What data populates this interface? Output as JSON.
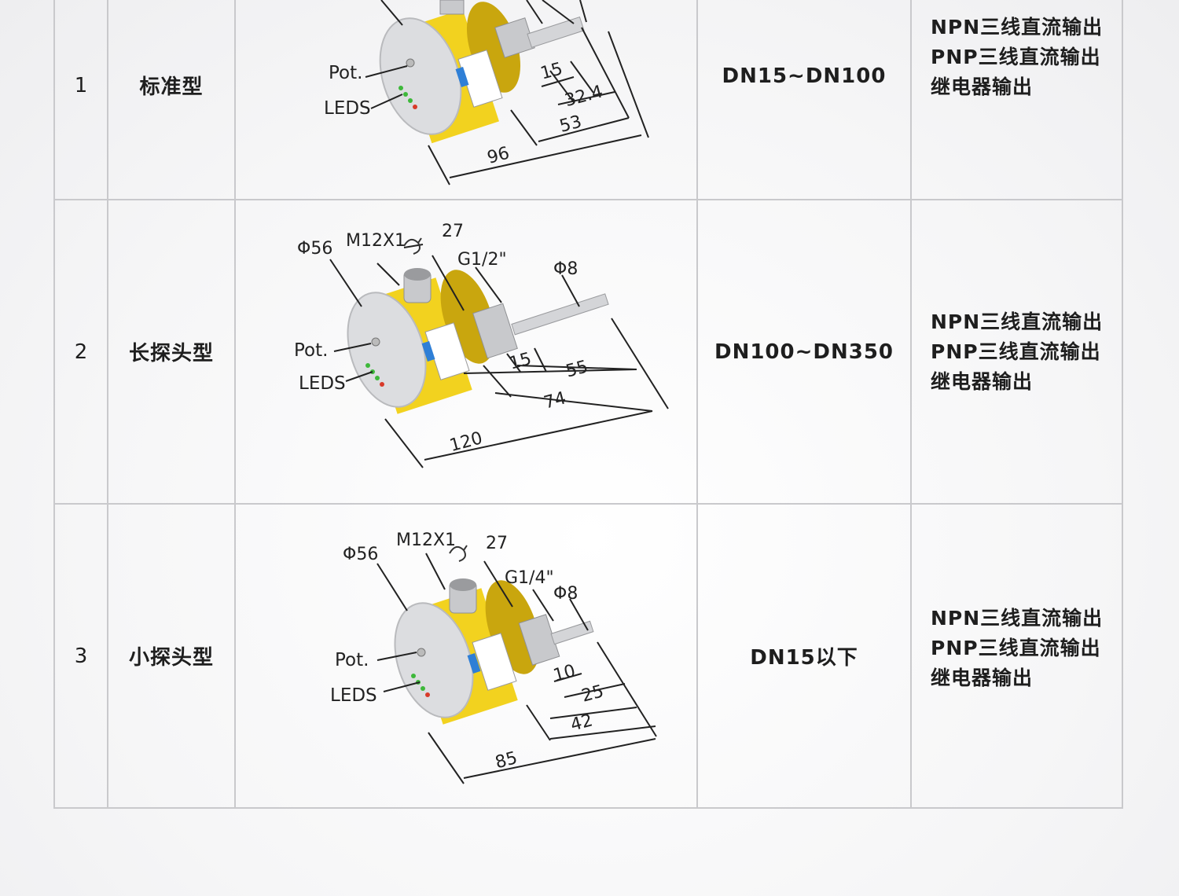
{
  "rows": [
    {
      "no": "1",
      "type": "标准型",
      "pipe": "DN15~DN100",
      "outputs": [
        "NPN三线直流输出",
        "PNP三线直流输出",
        "继电器输出"
      ],
      "drawing": {
        "pot": "Pot.",
        "leds": "LEDS",
        "dims": [
          "15",
          "32.4",
          "53",
          "96"
        ]
      }
    },
    {
      "no": "2",
      "type": "长探头型",
      "pipe": "DN100~DN350",
      "outputs": [
        "NPN三线直流输出",
        "PNP三线直流输出",
        "继电器输出"
      ],
      "drawing": {
        "dia": "Φ56",
        "conn": "M12X1",
        "wrench": "27",
        "thread": "G1/2\"",
        "probe": "Φ8",
        "pot": "Pot.",
        "leds": "LEDS",
        "dims": [
          "15",
          "55",
          "74",
          "120"
        ]
      }
    },
    {
      "no": "3",
      "type": "小探头型",
      "pipe": "DN15以下",
      "outputs": [
        "NPN三线直流输出",
        "PNP三线直流输出",
        "继电器输出"
      ],
      "drawing": {
        "dia": "Φ56",
        "conn": "M12X1",
        "wrench": "27",
        "thread": "G1/4\"",
        "probe": "Φ8",
        "pot": "Pot.",
        "leds": "LEDS",
        "dims": [
          "10",
          "25",
          "42",
          "85"
        ]
      }
    }
  ],
  "colors": {
    "housing": "#f2d21f",
    "housing_shadow": "#c9a60e",
    "face": "#dcdde0",
    "metal": "#c8c9cc",
    "grid_line": "#c9c9cc",
    "led_green": "#3db83a",
    "led_red": "#d83a2a",
    "label_blue": "#2f7fd6"
  }
}
